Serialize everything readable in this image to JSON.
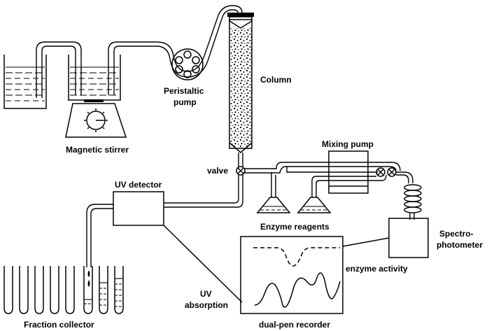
{
  "labels": {
    "column": "Column",
    "pump_line1": "Peristaltic",
    "pump_line2": "pump",
    "stirrer": "Magnetic stirrer",
    "valve": "valve",
    "mixing_pump": "Mixing pump",
    "uv_detector": "UV detector",
    "reagents": "Enzyme reagents",
    "spectro_line1": "Spectro-",
    "spectro_line2": "photometer",
    "enzyme_activity": "enzyme activity",
    "uv_line1": "UV",
    "uv_line2": "absorption",
    "fraction_collector": "Fraction collector",
    "recorder": "dual-pen recorder"
  },
  "colors": {
    "stroke": "#000000",
    "background": "#ffffff"
  }
}
